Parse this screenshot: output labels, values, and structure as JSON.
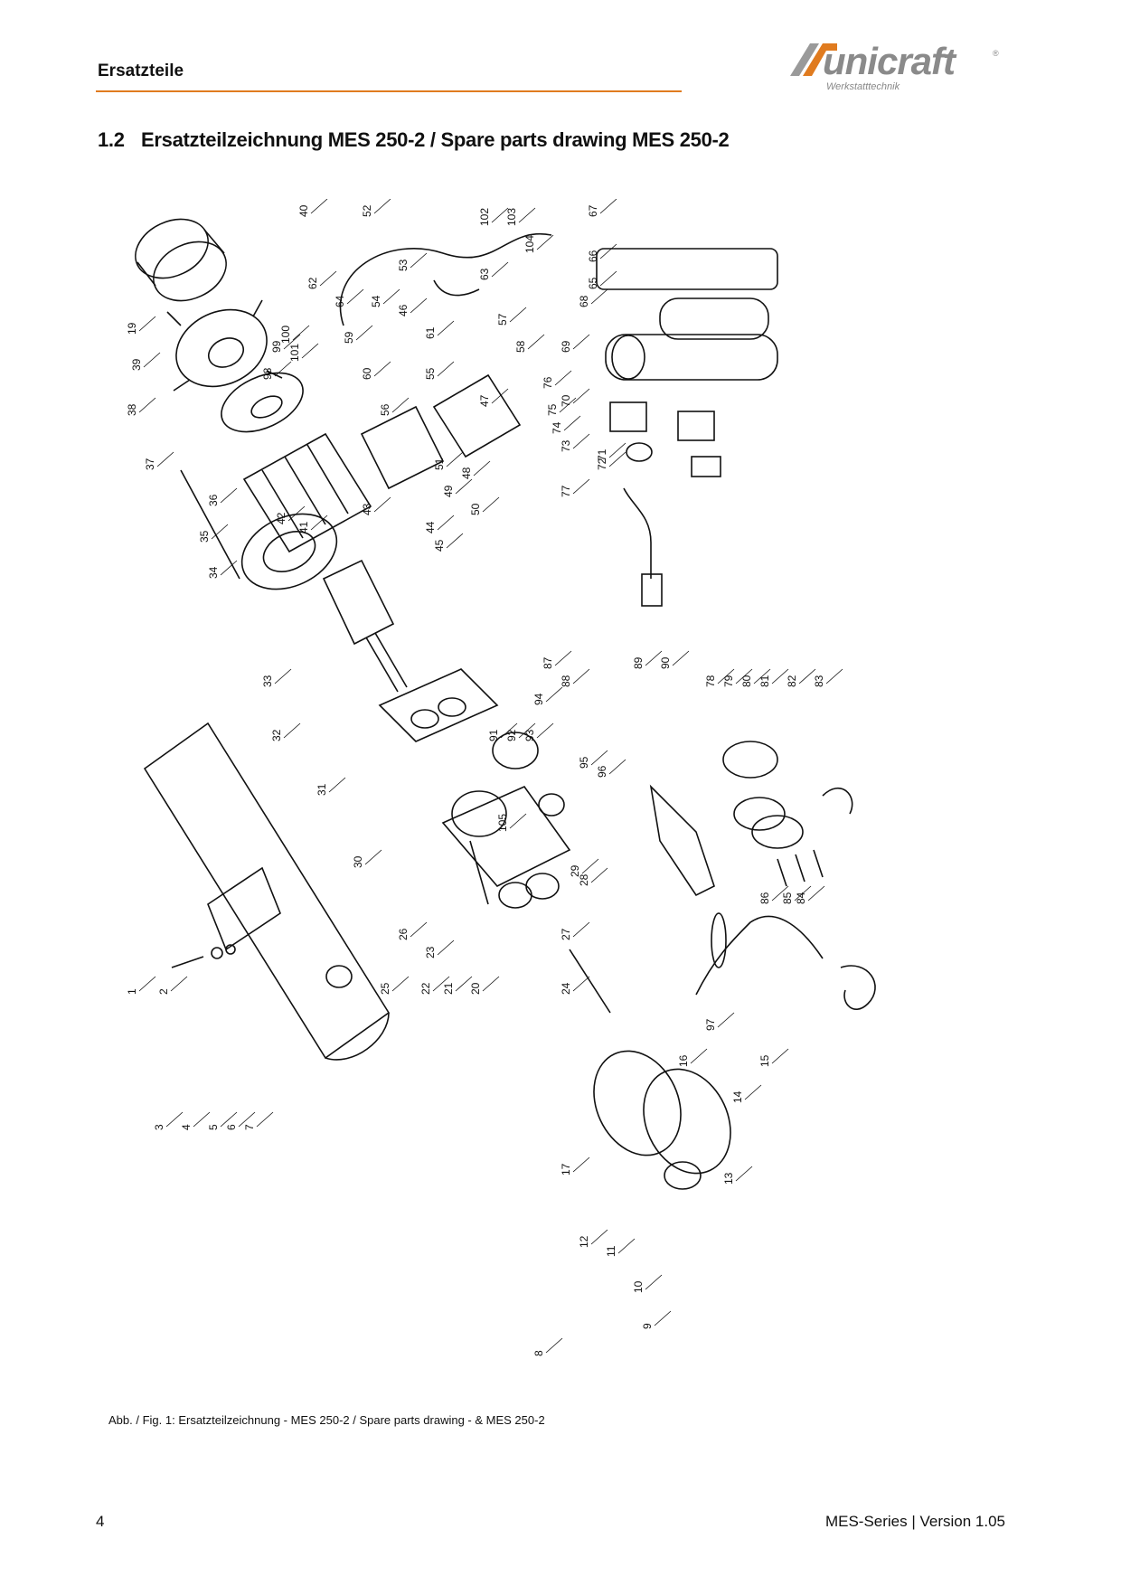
{
  "header": {
    "title": "Ersatzteile"
  },
  "logo": {
    "brand": "unicraft",
    "tagline": "Werkstatttechnik",
    "registered": "®"
  },
  "section": {
    "number": "1.2",
    "title": "Ersatzteilzeichnung MES 250-2 / Spare parts drawing MES 250-2"
  },
  "drawing": {
    "part_labels": [
      "1",
      "2",
      "3",
      "4",
      "5",
      "6",
      "7",
      "8",
      "9",
      "10",
      "11",
      "12",
      "13",
      "14",
      "15",
      "16",
      "17",
      "19",
      "20",
      "21",
      "22",
      "23",
      "24",
      "25",
      "26",
      "27",
      "28",
      "29",
      "30",
      "31",
      "32",
      "33",
      "34",
      "35",
      "36",
      "37",
      "38",
      "39",
      "40",
      "41",
      "42",
      "43",
      "44",
      "45",
      "46",
      "47",
      "48",
      "49",
      "50",
      "51",
      "52",
      "53",
      "54",
      "55",
      "56",
      "57",
      "58",
      "59",
      "60",
      "61",
      "62",
      "63",
      "64",
      "65",
      "66",
      "67",
      "68",
      "69",
      "70",
      "71",
      "72",
      "73",
      "74",
      "75",
      "76",
      "77",
      "78",
      "79",
      "80",
      "81",
      "82",
      "83",
      "84",
      "85",
      "86",
      "87",
      "88",
      "89",
      "90",
      "91",
      "92",
      "93",
      "94",
      "95",
      "96",
      "97",
      "98",
      "99",
      "100",
      "101",
      "102",
      "103",
      "104",
      "105"
    ]
  },
  "caption": "Abb. / Fig. 1: Ersatzteilzeichnung - MES 250-2 / Spare parts drawing - & MES 250-2",
  "footer": {
    "page": "4",
    "doc": "MES-Series | Version 1.05"
  },
  "colors": {
    "accent": "#e07b1f",
    "logo": "#8a8a8a",
    "ink": "#111111"
  }
}
